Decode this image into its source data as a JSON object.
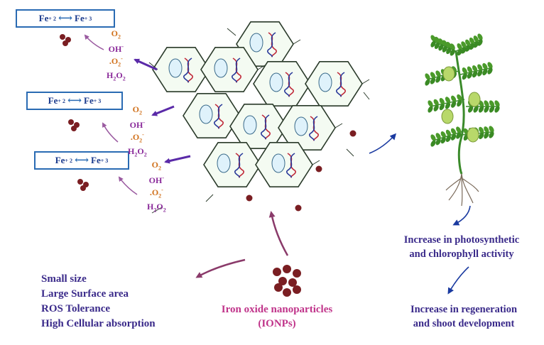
{
  "iron_cycle": {
    "left": "Fe",
    "left_charge": "+ 2",
    "right": "Fe",
    "right_charge": "+ 3"
  },
  "ros": {
    "o2": "O",
    "o2_sub": "2",
    "oh": "OH",
    "oh_sup": "-",
    "superoxide": ".O",
    "superoxide_sub": "2",
    "superoxide_sup": "-",
    "h2o2_a": "H",
    "h2o2_sub1": "2",
    "h2o2_b": "O",
    "h2o2_sub2": "2"
  },
  "properties": [
    "Small size",
    "Large Surface area",
    "ROS Tolerance",
    "High Cellular absorption"
  ],
  "nanoparticles": {
    "line1": "Iron oxide nanoparticles",
    "line2": "(IONPs)"
  },
  "outcomes": {
    "first_line1": "Increase  in photosynthetic",
    "first_line2": "and chlorophyll activity",
    "second_line1": "Increase in regeneration",
    "second_line2": "and shoot development"
  },
  "colors": {
    "box_border": "#2a6bb3",
    "arrow_purple": "#5a2aa8",
    "arrow_maroon": "#8a3a6a",
    "arrow_blue": "#1a3aa0",
    "particle": "#7a1e22",
    "cell_wall": "#2a3a2a",
    "label_pink": "#c0348a",
    "text_indigo": "#3a2a8a",
    "plant_green": "#3a8a2a"
  }
}
